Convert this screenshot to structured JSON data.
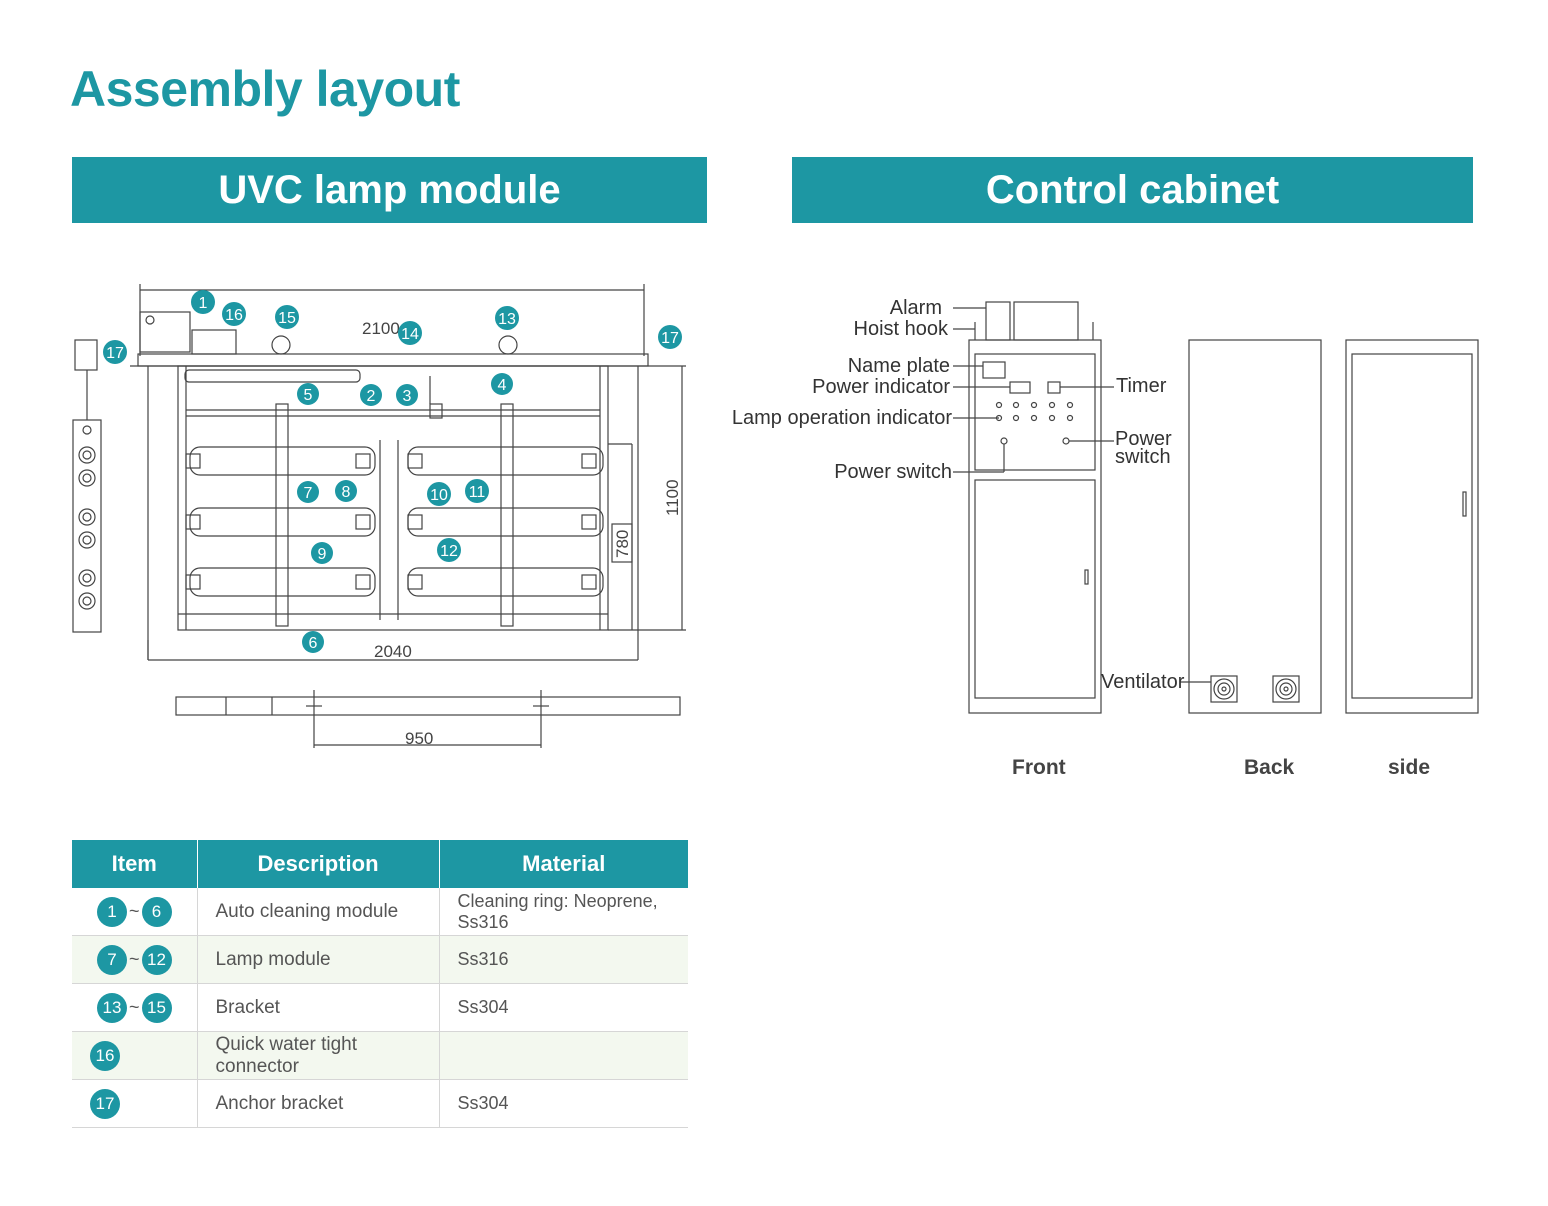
{
  "page": {
    "title": "Assembly layout"
  },
  "sections": {
    "uvc_title": "UVC lamp module",
    "cabinet_title": "Control cabinet"
  },
  "uvc_drawing": {
    "dimensions": {
      "overall_length": "2100",
      "frame_length": "2040",
      "height": "1100",
      "lamp_height": "780",
      "bracket_spacing": "950"
    },
    "callouts": [
      "1",
      "2",
      "3",
      "4",
      "5",
      "6",
      "7",
      "8",
      "9",
      "10",
      "11",
      "12",
      "13",
      "14",
      "15",
      "16",
      "17"
    ]
  },
  "cabinet_drawing": {
    "labels": {
      "alarm": "Alarm",
      "hoist_hook": "Hoist hook",
      "name_plate": "Name plate",
      "power_indicator": "Power indicator",
      "lamp_operation_indicator": "Lamp operation indicator",
      "power_switch_left": "Power switch",
      "timer": "Timer",
      "power_switch_right_1": "Power",
      "power_switch_right_2": "switch",
      "ventilator": "Ventilator"
    },
    "views": {
      "front": "Front",
      "back": "Back",
      "side": "side"
    }
  },
  "parts_table": {
    "headers": {
      "item": "Item",
      "description": "Description",
      "material": "Material"
    },
    "rows": [
      {
        "item_from": "1",
        "item_to": "6",
        "description": "Auto cleaning module",
        "material": "Cleaning ring: Neoprene, Ss316"
      },
      {
        "item_from": "7",
        "item_to": "12",
        "description": "Lamp module",
        "material": "Ss316"
      },
      {
        "item_from": "13",
        "item_to": "15",
        "description": "Bracket",
        "material": "Ss304"
      },
      {
        "item_from": "16",
        "item_to": "",
        "description": "Quick water tight connector",
        "material": ""
      },
      {
        "item_from": "17",
        "item_to": "",
        "description": "Anchor bracket",
        "material": "Ss304"
      }
    ],
    "range_separator": "~"
  },
  "colors": {
    "accent": "#1d97a3",
    "alt_row": "#f3f8ef",
    "line": "#444444"
  }
}
